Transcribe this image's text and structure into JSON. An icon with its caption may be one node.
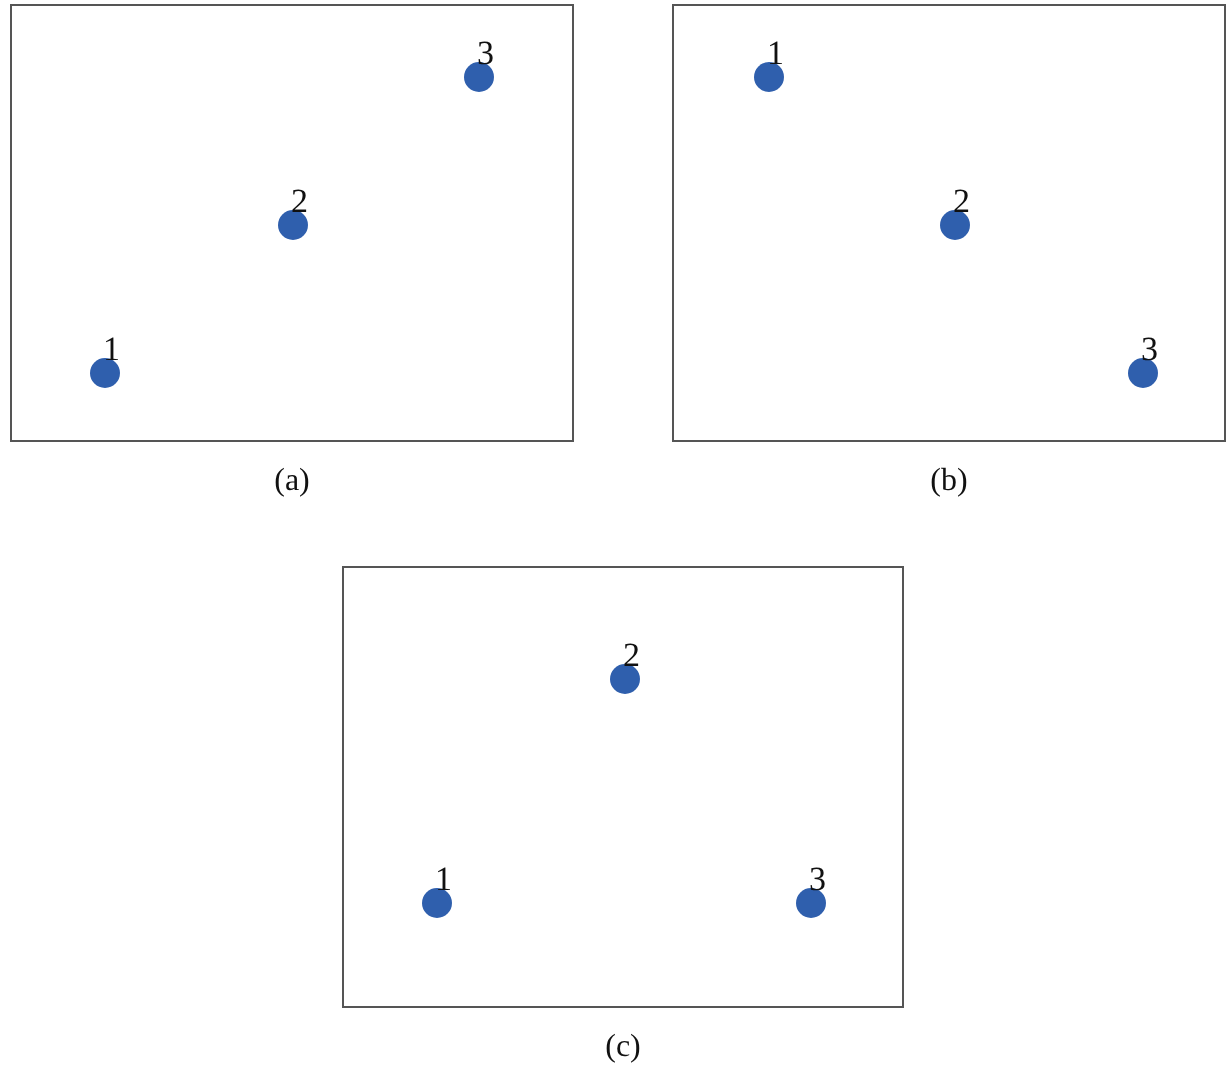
{
  "diagram": {
    "nodes": [
      {
        "text": [],
        "shape": "box",
        "beside": [
          "(a)"
        ]
      },
      {
        "text": [],
        "shape": "circle",
        "in": 0,
        "beside": [
          "1"
        ]
      },
      {
        "text": [],
        "shape": "circle",
        "in": 0,
        "beside": [
          "2"
        ]
      },
      {
        "text": [],
        "shape": "circle",
        "in": 0,
        "beside": [
          "3"
        ]
      },
      {
        "text": [],
        "shape": "box",
        "beside": [
          "(b)"
        ]
      },
      {
        "text": [],
        "shape": "circle",
        "in": 4,
        "beside": [
          "1"
        ]
      },
      {
        "text": [],
        "shape": "circle",
        "in": 4,
        "beside": [
          "2"
        ]
      },
      {
        "text": [],
        "shape": "circle",
        "in": 4,
        "beside": [
          "3"
        ]
      },
      {
        "text": [],
        "shape": "box",
        "beside": [
          "(c)"
        ]
      },
      {
        "text": [],
        "shape": "circle",
        "in": 8,
        "beside": [
          "1"
        ]
      },
      {
        "text": [],
        "shape": "circle",
        "in": 8,
        "beside": [
          "2"
        ]
      },
      {
        "text": [],
        "shape": "circle",
        "in": 8,
        "beside": [
          "3"
        ]
      }
    ]
  }
}
